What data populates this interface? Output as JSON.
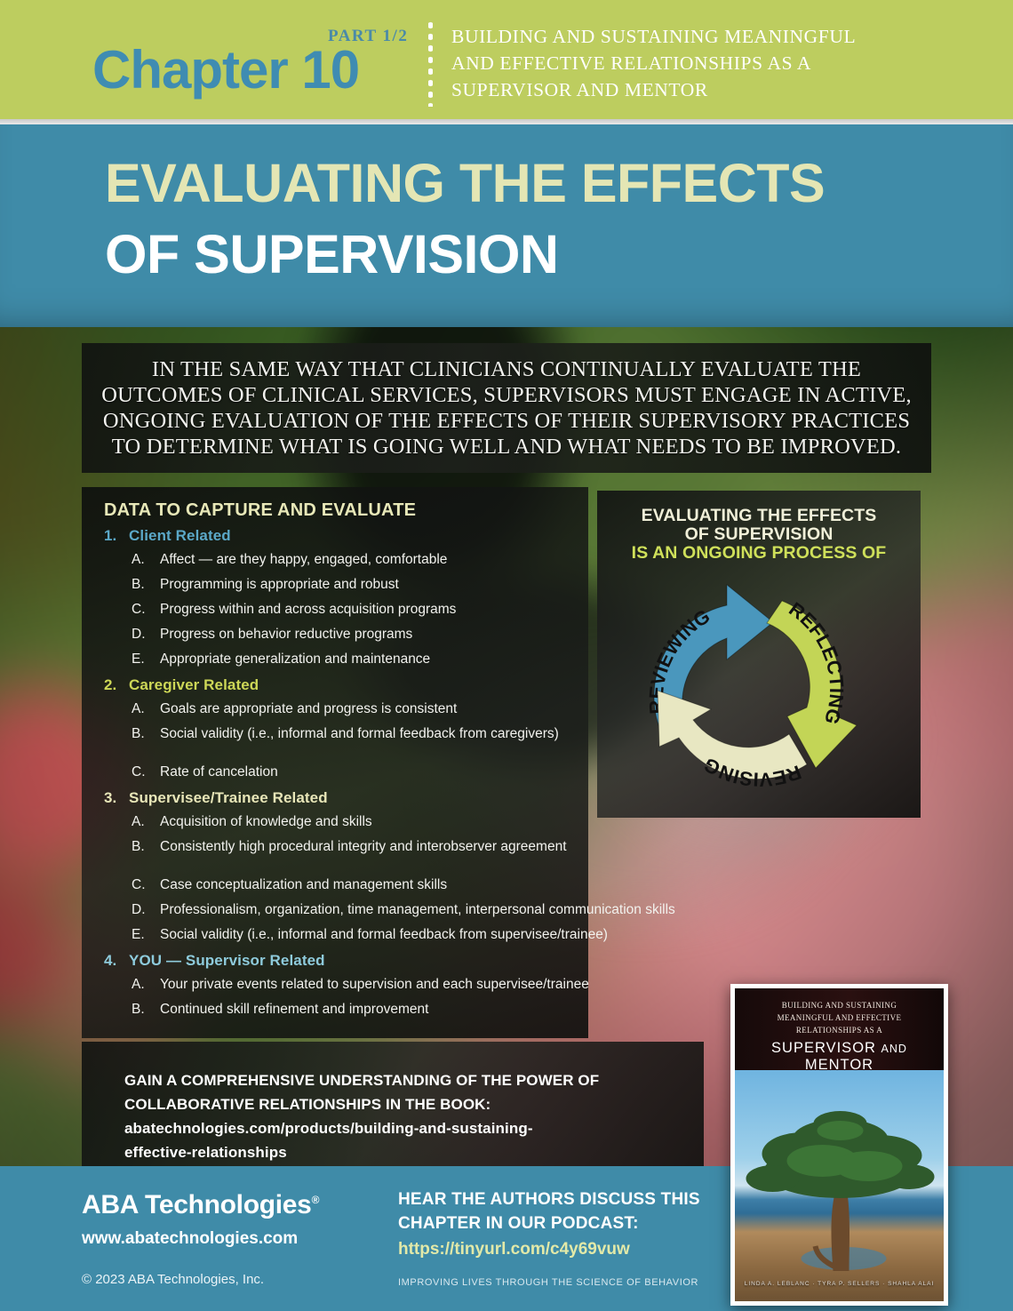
{
  "header": {
    "chapter_label": "Chapter 10",
    "part_label": "PART 1/2",
    "subtitle_lines": [
      "Building and Sustaining Meaningful",
      "and Effective Relationships as a",
      "Supervisor and Mentor"
    ],
    "bg_color": "#bdcd5f",
    "chapter_color": "#3f8cb2"
  },
  "title_band": {
    "line1": "EVALUATING THE EFFECTS",
    "line2": "OF SUPERVISION",
    "bg_color": "#3f8ba8",
    "line1_color": "#e4e6b4",
    "line2_color": "#ffffff"
  },
  "quote": {
    "text": "In the same way that clinicians continually evaluate the outcomes of clinical services, supervisors must engage in active, ongoing evaluation of the effects of their supervisory practices to determine what is going well and what needs to be improved."
  },
  "data_panel": {
    "title": "DATA TO CAPTURE AND EVALUATE",
    "title_color": "#e8e8b8",
    "groups": [
      {
        "number": "1.",
        "heading": "Client Related",
        "color": "#5ba8c8",
        "items": [
          {
            "letter": "A.",
            "text": "Affect — are they happy, engaged, comfortable"
          },
          {
            "letter": "B.",
            "text": "Programming is appropriate and robust"
          },
          {
            "letter": "C.",
            "text": "Progress within and across acquisition programs"
          },
          {
            "letter": "D.",
            "text": "Progress on behavior reductive programs"
          },
          {
            "letter": "E.",
            "text": "Appropriate generalization and maintenance"
          }
        ]
      },
      {
        "number": "2.",
        "heading": "Caregiver Related",
        "color": "#cdd757",
        "items": [
          {
            "letter": "A.",
            "text": "Goals are appropriate and progress is consistent"
          },
          {
            "letter": "B.",
            "text": "Social validity (i.e., informal and formal feedback from caregivers)"
          },
          {
            "letter": "C.",
            "text": "Rate of cancelation"
          }
        ]
      },
      {
        "number": "3.",
        "heading": "Supervisee/Trainee Related",
        "color": "#e8e6b8",
        "items": [
          {
            "letter": "A.",
            "text": "Acquisition of knowledge and skills"
          },
          {
            "letter": "B.",
            "text": "Consistently high procedural integrity and interobserver agreement"
          },
          {
            "letter": "C.",
            "text": "Case conceptualization and management skills"
          },
          {
            "letter": "D.",
            "text": "Professionalism, organization, time management, interpersonal communication skills"
          },
          {
            "letter": "E.",
            "text": "Social validity (i.e., informal and formal feedback from supervisee/trainee)"
          }
        ]
      },
      {
        "number": "4.",
        "heading": "YOU — Supervisor Related",
        "color": "#8ecbdc",
        "items": [
          {
            "letter": "A.",
            "text": "Your private events related to supervision and each supervisee/trainee"
          },
          {
            "letter": "B.",
            "text": "Continued skill refinement and improvement"
          }
        ]
      }
    ]
  },
  "cycle_panel": {
    "heading_line1": "EVALUATING THE EFFECTS",
    "heading_line2": "OF SUPERVISION",
    "heading_line3": "IS AN ONGOING PROCESS OF",
    "steps": [
      {
        "label": "REVIEWING",
        "color": "#4a97bd"
      },
      {
        "label": "REFLECTING",
        "color": "#c3d556"
      },
      {
        "label": "REVISING",
        "color": "#e8e7c2"
      }
    ]
  },
  "book_promo": {
    "line1": "GAIN A COMPREHENSIVE UNDERSTANDING OF THE POWER OF",
    "line2": "COLLABORATIVE RELATIONSHIPS IN THE BOOK:",
    "link_line1": "abatechnologies.com/products/building-and-sustaining-",
    "link_line2": "effective-relationships"
  },
  "book_cover": {
    "sub1": "Building and Sustaining",
    "sub2": "Meaningful and Effective",
    "sub3": "Relationships as a",
    "title_main": "SUPERVISOR",
    "title_and": "AND",
    "title_main2": "MENTOR",
    "authors": "LINDA A. LEBLANC  ·  TYRA P. SELLERS  ·  SHAHLA ALAI"
  },
  "footer": {
    "logo": "ABA Technologies",
    "logo_mark": "®",
    "website": "www.abatechnologies.com",
    "copyright": "© 2023 ABA Technologies, Inc.",
    "podcast_line1": "HEAR THE AUTHORS DISCUSS THIS",
    "podcast_line2": "CHAPTER IN OUR PODCAST:",
    "podcast_url": "https://tinyurl.com/c4y69vuw",
    "tagline": "IMPROVING LIVES THROUGH THE SCIENCE OF BEHAVIOR",
    "bg_color": "#3f8ba8",
    "url_color": "#e2e9a8"
  }
}
